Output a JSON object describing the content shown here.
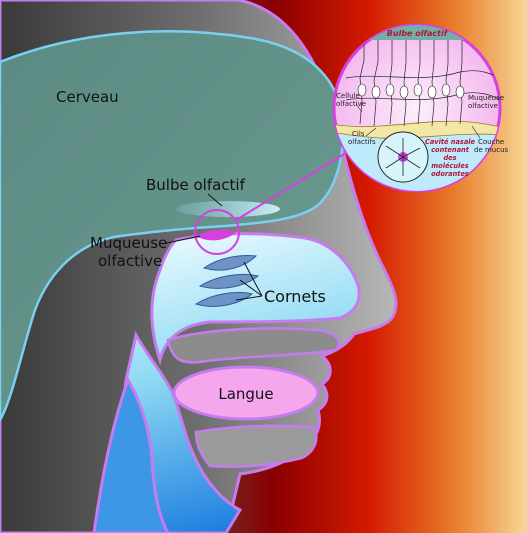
{
  "labels": {
    "brain": "Cerveau",
    "bulb": "Bulbe olfactif",
    "mucosa_line1": "Muqueuse",
    "mucosa_line2": "olfactive",
    "turbinates": "Cornets",
    "tongue": "Langue"
  },
  "inset": {
    "title": "Bulbe olfactif",
    "cell_line1": "Cellule",
    "cell_line2": "olfactive",
    "mucosa_line1": "Muqueuse",
    "mucosa_line2": "olfactive",
    "cilia_line1": "Cils",
    "cilia_line2": "olfactifs",
    "cavity_line1": "Cavité nasale",
    "cavity_line2": "contenant",
    "cavity_line3": "des",
    "cavity_line4": "molécules",
    "cavity_line5": "odorantes",
    "mucus_line1": "Couche",
    "mucus_line2": "de mucus"
  },
  "colors": {
    "brain_fill": "#5f8f86",
    "nasal_cavity_light": "#d6f4fa",
    "nasal_cavity_dark": "#2e8ee6",
    "outline": "#c67cf0",
    "mucosa": "#d640e0",
    "tongue": "#f5a6ec",
    "background_red": "#c40000",
    "background_yellow": "#f5c97c"
  }
}
